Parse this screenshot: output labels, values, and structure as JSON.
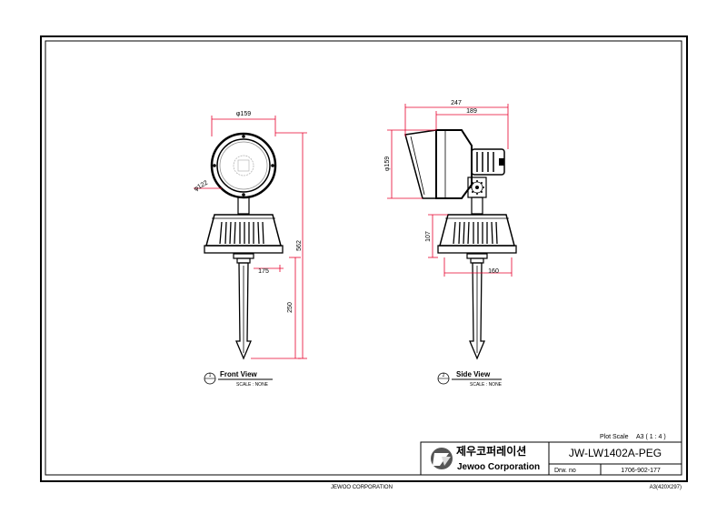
{
  "views": {
    "front": {
      "number": "1",
      "title": "Front View",
      "scale": "SCALE : NONE"
    },
    "side": {
      "number": "2",
      "title": "Side View",
      "scale": "SCALE : NONE"
    }
  },
  "dimensions": {
    "front": {
      "head_dia": "φ159",
      "lens_dia": "φ122",
      "base_width": "175",
      "stake_len": "250",
      "total_h": "562"
    },
    "side": {
      "overall_w": "247",
      "body_w": "189",
      "head_dia": "φ159",
      "base_h": "107",
      "base_w": "160"
    }
  },
  "title_block": {
    "plot_scale_label": "Plot Scale",
    "plot_scale_value": "A3 ( 1 : 4 )",
    "company_korean": "제우코퍼레이션",
    "company_english": "Jewoo Corporation",
    "model": "JW-LW1402A-PEG",
    "drw_label": "Drw. no",
    "drw_number": "1706-902-177"
  },
  "footer": {
    "company": "JEWOO CORPORATION",
    "paper": "A3(420X297)"
  },
  "colors": {
    "dimension": "#e6002d",
    "line": "#000000"
  }
}
